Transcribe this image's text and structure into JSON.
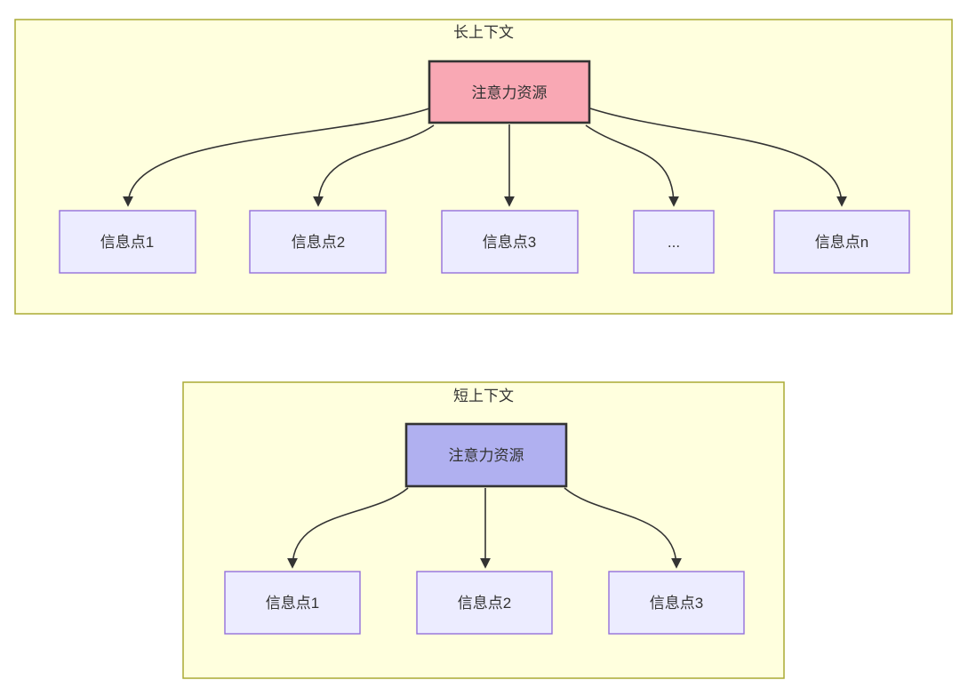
{
  "diagrams": {
    "long": {
      "title": "长上下文",
      "attention_label": "注意力资源",
      "nodes": [
        "信息点1",
        "信息点2",
        "信息点3",
        "...",
        "信息点n"
      ]
    },
    "short": {
      "title": "短上下文",
      "attention_label": "注意力资源",
      "nodes": [
        "信息点1",
        "信息点2",
        "信息点3"
      ]
    }
  },
  "colors": {
    "canvas_bg": "#ffffff",
    "container_fill": "#ffffde",
    "container_border": "#aaaa33",
    "attention_long_fill": "#f9a8b4",
    "attention_short_fill": "#b0b0f0",
    "attention_border": "#333333",
    "info_fill": "#ececff",
    "info_border": "#9370db",
    "edge_color": "#333333",
    "text_color": "#333333"
  }
}
